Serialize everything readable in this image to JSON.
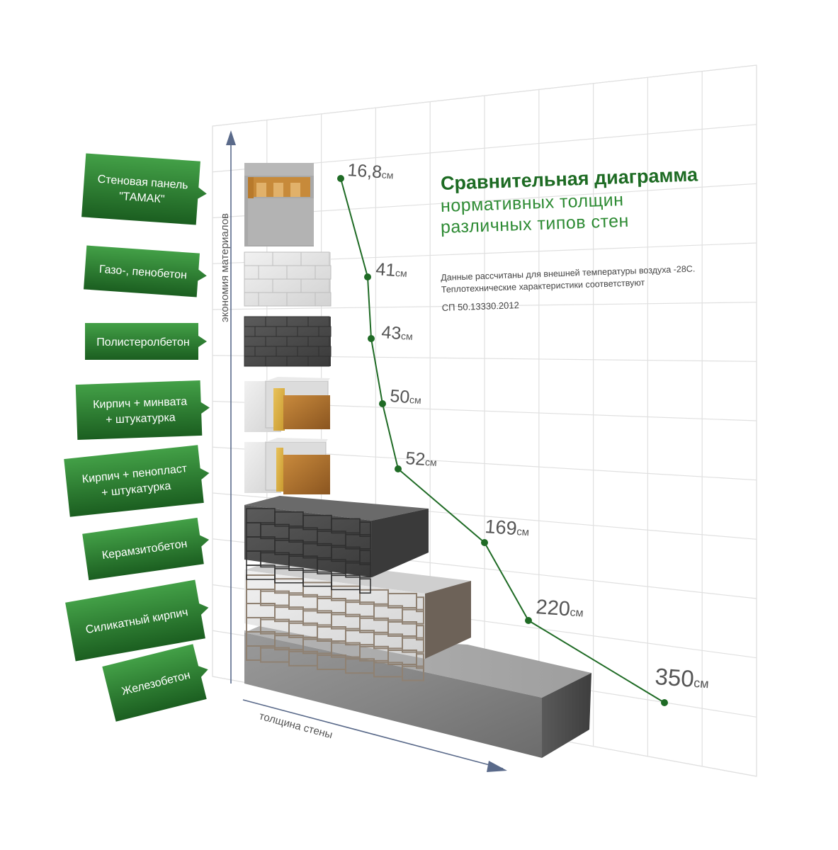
{
  "title": {
    "line1": "Сравнительная диаграмма",
    "line2": "нормативных толщин",
    "line3": "различных типов стен"
  },
  "note": {
    "text": "Данные рассчитаны для внешней температуры воздуха -28С. Теплотехнические характеристики соответствуют",
    "reference": "СП 50.13330.2012"
  },
  "axes": {
    "y_label": "экономия материалов",
    "x_label": "толщина стены"
  },
  "unit": "см",
  "materials": [
    {
      "label_lines": [
        "Стеновая панель",
        "\"ТАМАК\""
      ],
      "thickness": "16,8"
    },
    {
      "label_lines": [
        "Газо-, пенобетон"
      ],
      "thickness": "41"
    },
    {
      "label_lines": [
        "Полистеролбетон"
      ],
      "thickness": "43"
    },
    {
      "label_lines": [
        "Кирпич + минвата",
        "+ штукатурка"
      ],
      "thickness": "50"
    },
    {
      "label_lines": [
        "Кирпич + пенопласт",
        "+ штукатурка"
      ],
      "thickness": "52"
    },
    {
      "label_lines": [
        "Керамзитобетон"
      ],
      "thickness": "169"
    },
    {
      "label_lines": [
        "Силикатный кирпич"
      ],
      "thickness": "220"
    },
    {
      "label_lines": [
        "Железобетон"
      ],
      "thickness": "350"
    }
  ],
  "colors": {
    "label_bg": "#2e7d32",
    "label_bg_dark": "#1b5e20",
    "line": "#1f6b25",
    "title": "#1d6b23"
  }
}
